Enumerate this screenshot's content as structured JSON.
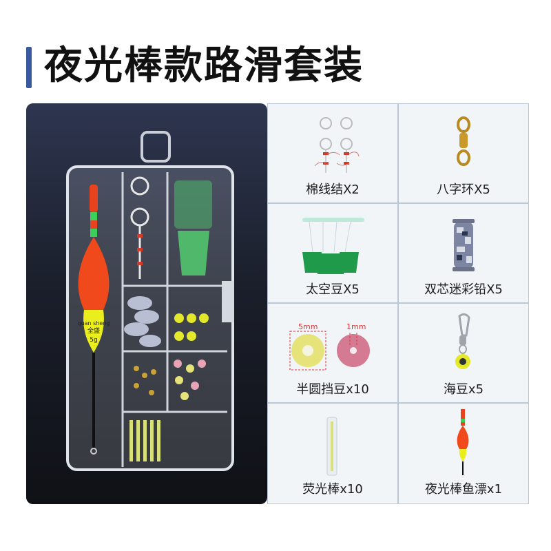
{
  "title": "夜光棒款路滑套装",
  "photo": {
    "float_brand": "quan sheng",
    "float_brand_cn": "全盛",
    "float_weight": "5g"
  },
  "items": [
    {
      "label": "棉线结X2",
      "icon": "cotton-knot-icon"
    },
    {
      "label": "八字环X5",
      "icon": "swivel-icon"
    },
    {
      "label": "太空豆X5",
      "icon": "space-bean-icon"
    },
    {
      "label": "双芯迷彩铅X5",
      "icon": "camo-weight-icon"
    },
    {
      "label": "半圆挡豆x10",
      "icon": "stopper-bead-icon",
      "dims": [
        "5mm",
        "1mm"
      ]
    },
    {
      "label": "海豆x5",
      "icon": "sea-bead-icon"
    },
    {
      "label": "荧光棒x10",
      "icon": "glow-stick-icon"
    },
    {
      "label": "夜光棒鱼漂x1",
      "icon": "float-icon"
    }
  ],
  "colors": {
    "accent": "#3a5aa0",
    "grid_line": "#b9c7d8",
    "cell_bg": "#f2f5f8"
  }
}
